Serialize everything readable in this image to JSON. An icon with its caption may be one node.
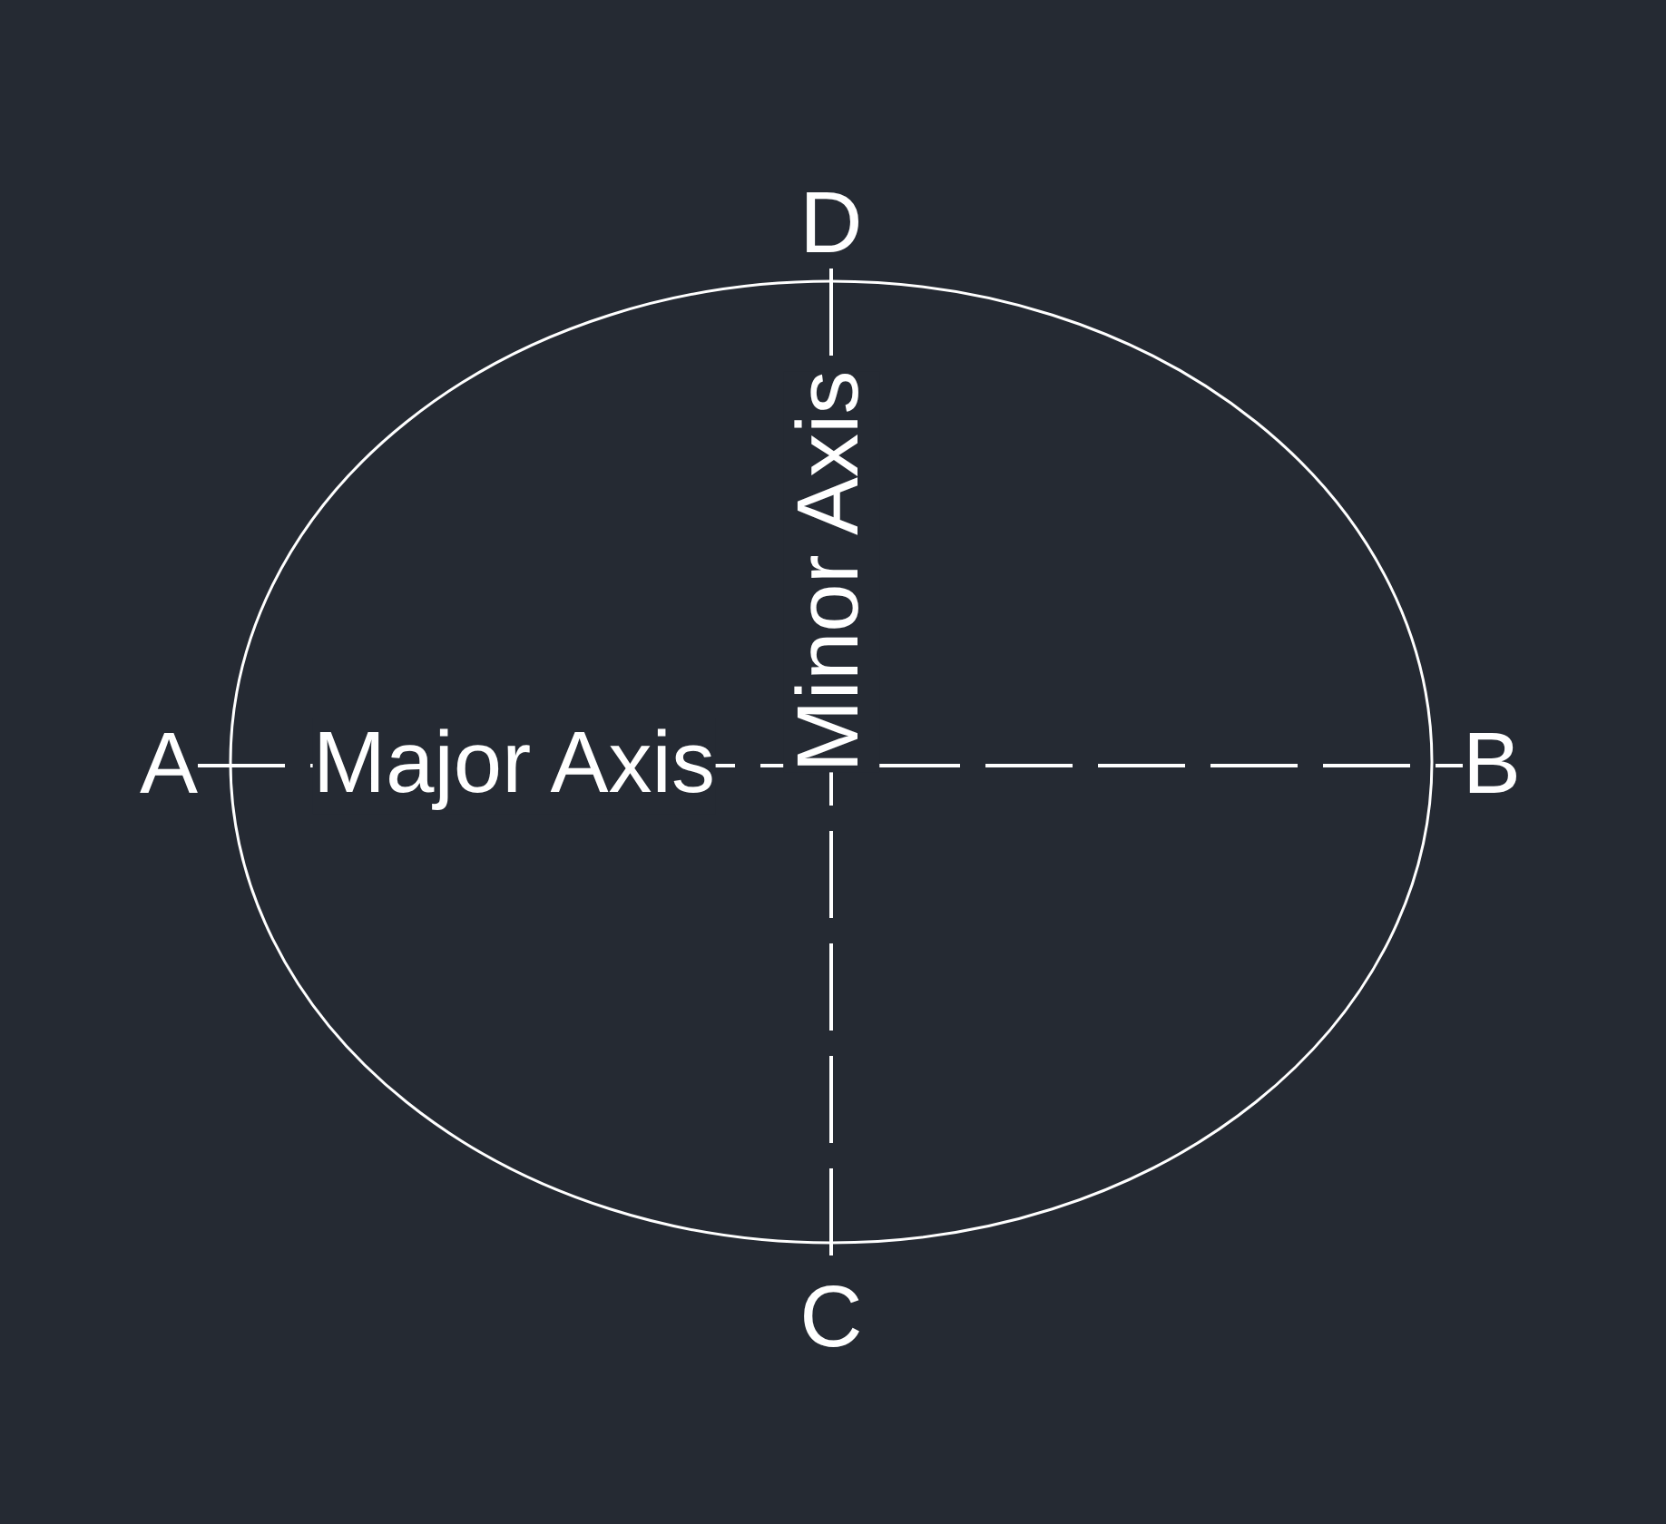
{
  "diagram": {
    "nodes": [
      {
        "text": [
          "D"
        ]
      },
      {
        "text": [
          "A"
        ]
      },
      {
        "text": [
          "B"
        ]
      },
      {
        "text": [
          "C"
        ]
      }
    ],
    "edges": [
      {
        "from": 1,
        "to": 2,
        "arrow": "none",
        "style": "dashed",
        "label": "Major Axis"
      },
      {
        "from": 0,
        "to": 3,
        "arrow": "none",
        "style": "dashed",
        "label": "Minor Axis"
      }
    ]
  }
}
